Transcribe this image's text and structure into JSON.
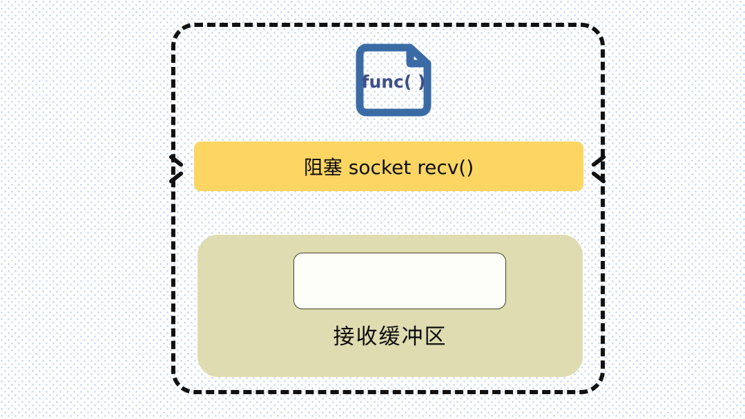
{
  "diagram": {
    "title": "blocking-socket-recv-diagram",
    "background": {
      "color": "#ffffff",
      "pattern_color": "#78a0e1"
    },
    "region": {
      "name": "process-region",
      "border_color": "#111111",
      "border_style": "dashed"
    },
    "func_icon": {
      "label": "func( )",
      "icon": "document-code-icon",
      "stroke_color": "#3b6ba5",
      "text_color": "#3f4f86"
    },
    "blocking_bar": {
      "label": "阻塞 socket recv()",
      "color": "#fcd563",
      "text_color": "#0d0d0d"
    },
    "recv_buffer": {
      "caption": "接收缓冲区",
      "color": "#dedcb0",
      "slot_color": "#fdfdfa",
      "slot_border_color": "#44402c",
      "text_color": "#0d0d0d"
    }
  }
}
